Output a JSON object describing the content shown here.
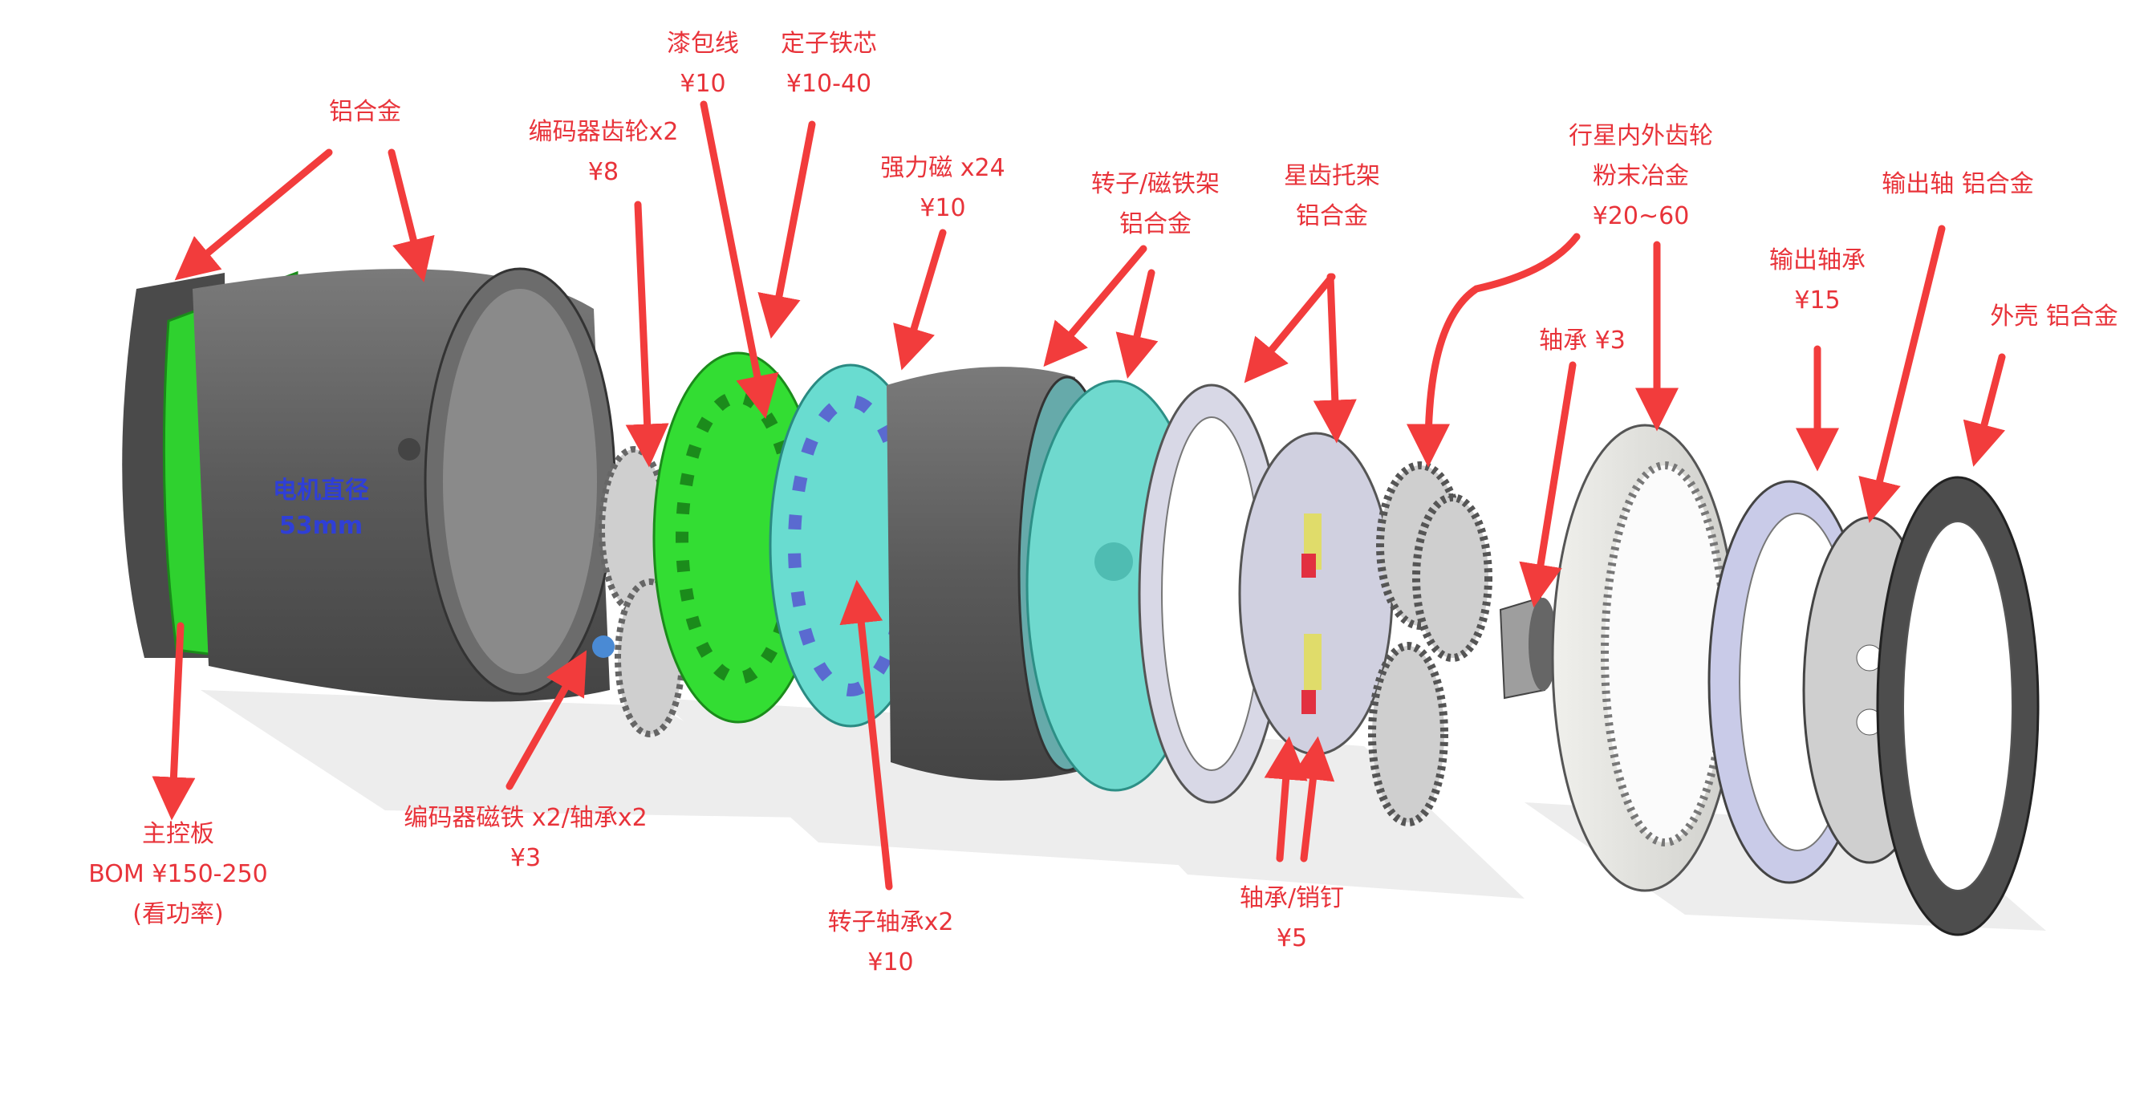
{
  "colors": {
    "label": "#e8333a",
    "center_label": "#2f3fd6",
    "stator_green": "#33dd33",
    "magnet_cyan": "#69dcd0",
    "dark_metal": "#5d5d5d",
    "light_metal": "#dcdcd8",
    "shadow": "#ececec"
  },
  "labels": {
    "lv_top": {
      "l1": "漆包线",
      "l2": "¥10"
    },
    "stator_core": {
      "l1": "定子铁芯",
      "l2": "¥10-40"
    },
    "alloy_left": {
      "l1": "铝合金"
    },
    "encoder_gear": {
      "l1": "编码器齿轮x2",
      "l2": "¥8"
    },
    "magnet": {
      "l1": "强力磁 x24",
      "l2": "¥10"
    },
    "rotor_holder": {
      "l1": "转子/磁铁架",
      "l2": "铝合金"
    },
    "planet_carrier": {
      "l1": "星齿托架",
      "l2": "铝合金"
    },
    "planet_gear": {
      "l1": "行星内外齿轮",
      "l2": "粉末冶金",
      "l3": "¥20~60"
    },
    "output_shaft": {
      "l1": "输出轴 铝合金"
    },
    "output_bearing": {
      "l1": "输出轴承",
      "l2": "¥15"
    },
    "bearing": {
      "l1": "轴承 ¥3"
    },
    "shell": {
      "l1": "外壳 铝合金"
    },
    "main_board": {
      "l1": "主控板",
      "l2": "BOM ¥150-250",
      "l3": "(看功率)"
    },
    "encoder_magnet": {
      "l1": "编码器磁铁 x2/轴承x2",
      "l2": "¥3"
    },
    "rotor_bearing": {
      "l1": "转子轴承x2",
      "l2": "¥10"
    },
    "bearing_pin": {
      "l1": "轴承/销钉",
      "l2": "¥5"
    },
    "motor_diameter": {
      "l1": "电机直径",
      "l2": "53mm"
    }
  }
}
